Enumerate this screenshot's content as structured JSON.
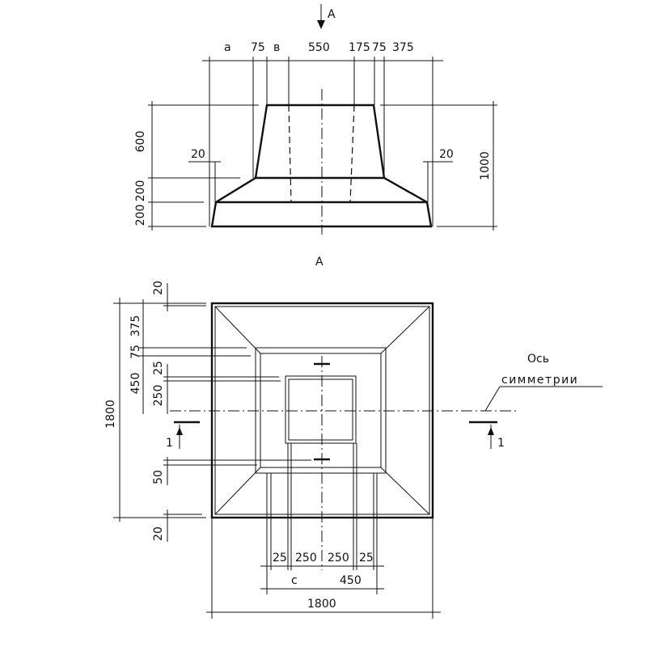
{
  "view_label": "A",
  "elevation": {
    "top_dims": [
      "a",
      "75",
      "в",
      "550",
      "175",
      "75",
      "375"
    ],
    "left_dims": [
      "600",
      "200",
      "200"
    ],
    "right_dim": "1000",
    "offset_left": "20",
    "offset_right": "20"
  },
  "plan": {
    "left_outer_dim": "1800",
    "left_mid_dims": [
      "375",
      "75",
      "450"
    ],
    "left_inner_dims": [
      "20",
      "25",
      "250",
      "50",
      "20"
    ],
    "bottom_inner_dims": [
      "25",
      "250",
      "250",
      "25"
    ],
    "bottom_mid_dims": [
      "с",
      "450"
    ],
    "bottom_outer_dim": "1800",
    "section_left": "1",
    "section_right": "1",
    "axis_label_1": "Ось",
    "axis_label_2": "симметрии"
  }
}
